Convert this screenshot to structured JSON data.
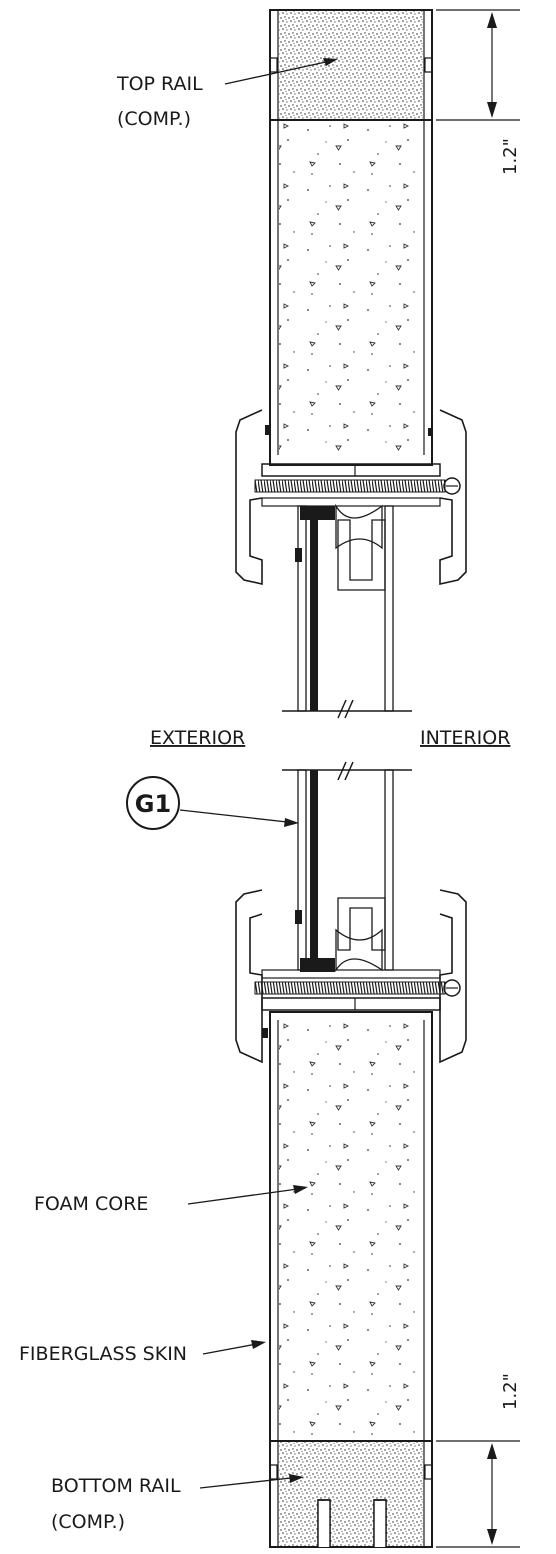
{
  "labels": {
    "top_rail_1": "TOP RAIL",
    "top_rail_2": "(COMP.)",
    "exterior": "EXTERIOR",
    "interior": "INTERIOR",
    "glass_tag": "G1",
    "foam_core": "FOAM CORE",
    "fiberglass_skin": "FIBERGLASS SKIN",
    "bottom_rail_1": "BOTTOM RAIL",
    "bottom_rail_2": "(COMP.)"
  },
  "dimensions": {
    "top_rail_height": "1.2\"",
    "bottom_rail_height": "1.2\""
  },
  "colors": {
    "line": "#1a1a1a",
    "background": "#ffffff"
  }
}
